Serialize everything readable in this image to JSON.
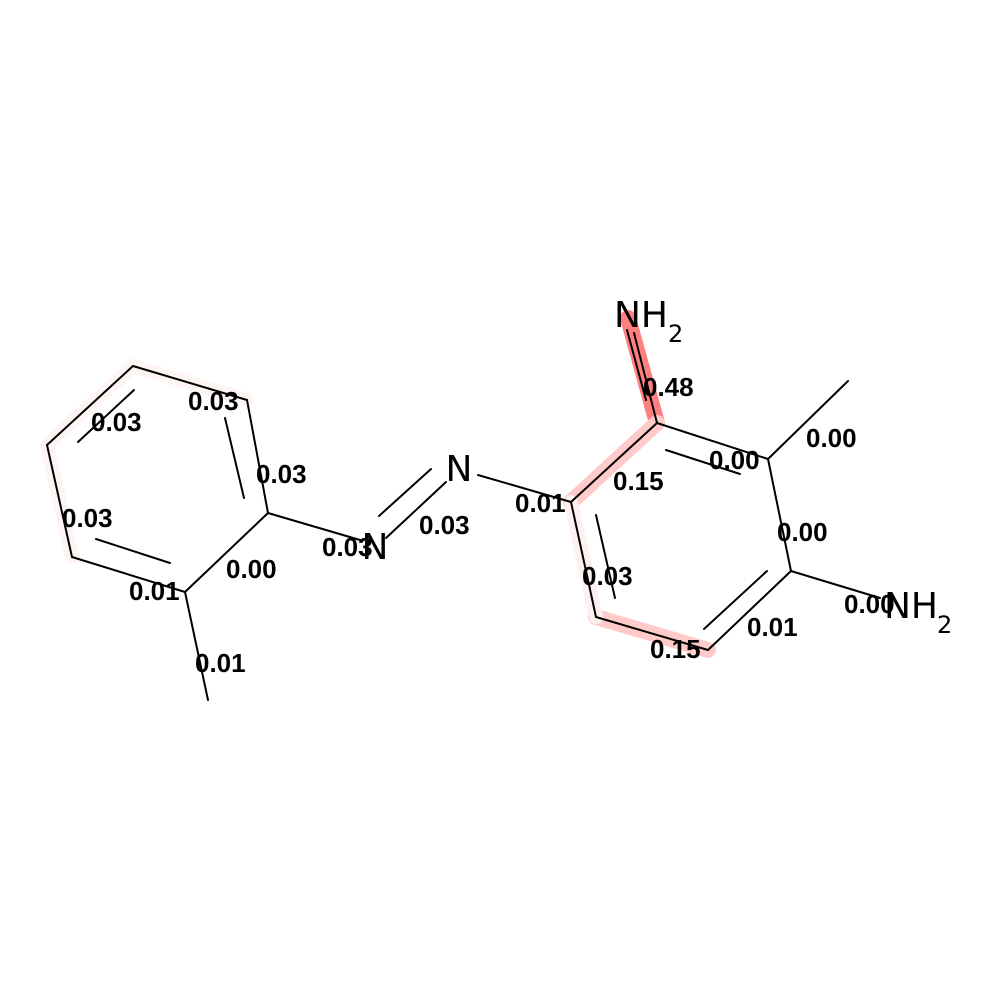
{
  "atoms": [
    {
      "id": "n_azo1",
      "label": "N"
    },
    {
      "id": "n_azo2",
      "label": "N"
    },
    {
      "id": "nh2_top",
      "label": "NH",
      "sub": "2"
    },
    {
      "id": "nh2_right",
      "label": "NH",
      "sub": "2"
    }
  ],
  "weights": {
    "nh2_top_bond": "0.48",
    "ring2_a": "0.15",
    "ring2_b": "0.15",
    "me2_c": "0.00",
    "me2_bond": "0.00",
    "ring2_c": "0.00",
    "ring2_d": "0.01",
    "nh2_right_bond": "0.00",
    "n_ring2": "0.01",
    "ring2_e": "0.03",
    "azo_double": "0.03",
    "n_ring1": "0.03",
    "ring1_a": "0.03",
    "ring1_b": "0.03",
    "ring1_c": "0.03",
    "ring1_d": "0.03",
    "ring1_e": "0.01",
    "ring1_f": "0.00",
    "me1_bond": "0.01"
  },
  "colors": {
    "bond": "#000000",
    "highlight": "#ff7f7f"
  }
}
